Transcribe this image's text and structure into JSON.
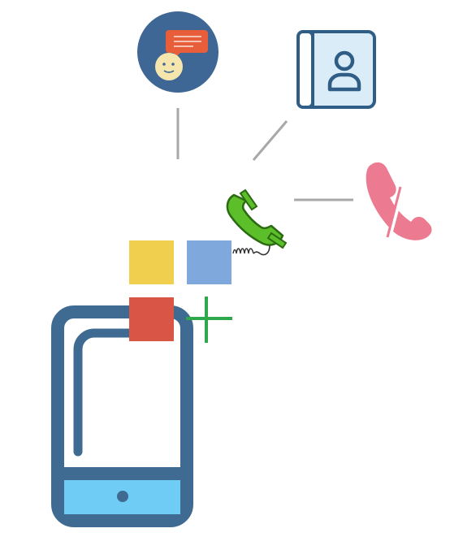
{
  "colors": {
    "navy": "#3f6b93",
    "navy_dark": "#2f5d86",
    "screen_bottom": "#6fcdf5",
    "chat_circle": "#3e6796",
    "chat_bubble": "#e85e3b",
    "face": "#f5e6ad",
    "contacts_cover": "#d9ecf8",
    "phone_green": "#5cbf2a",
    "phone_green_dark": "#2c6b12",
    "decline_pink": "#ec7b91",
    "connector_grey": "#a8a8a8",
    "square_yellow": "#f0cf4f",
    "square_blue": "#7fa9dc",
    "square_red": "#d95545",
    "plus_green": "#2ea84a"
  },
  "icons": [
    "smartphone-icon",
    "chat-avatar-icon",
    "contacts-book-icon",
    "phone-call-icon",
    "decline-call-icon",
    "plus-icon"
  ],
  "app_tiles": [
    "yellow",
    "blue",
    "red"
  ]
}
